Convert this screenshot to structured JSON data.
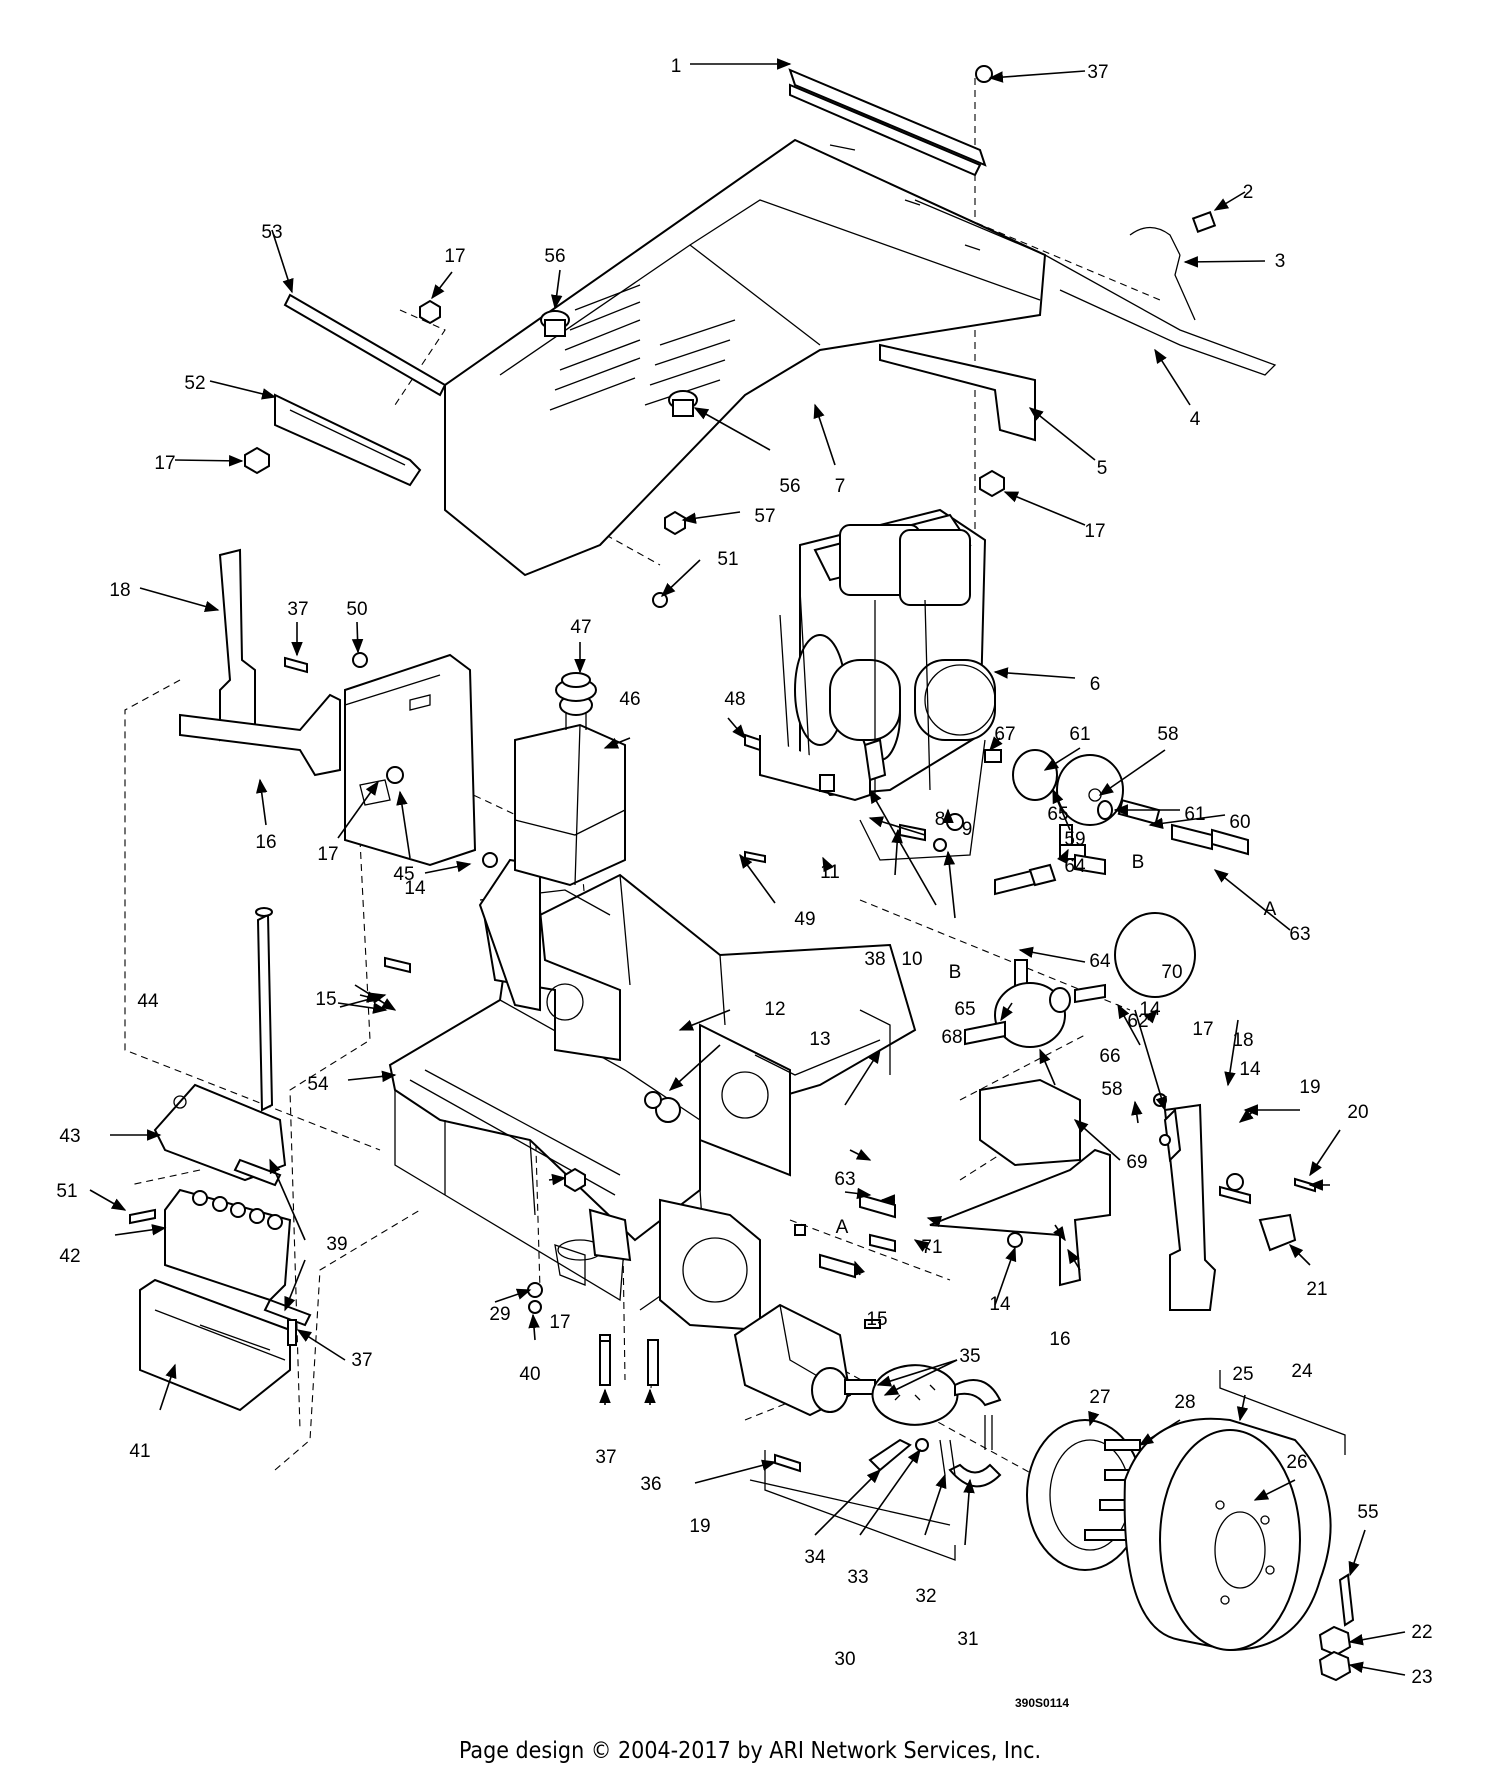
{
  "diagram": {
    "drawing_code": "390S0114",
    "footer": "Page design © 2004-2017 by ARI Network Services, Inc.",
    "callouts": [
      {
        "id": "c1",
        "text": "1"
      },
      {
        "id": "c2",
        "text": "2"
      },
      {
        "id": "c3",
        "text": "3"
      },
      {
        "id": "c4",
        "text": "4"
      },
      {
        "id": "c5",
        "text": "5"
      },
      {
        "id": "c6",
        "text": "6"
      },
      {
        "id": "c7",
        "text": "7"
      },
      {
        "id": "c8",
        "text": "8"
      },
      {
        "id": "c9",
        "text": "9"
      },
      {
        "id": "c10",
        "text": "10"
      },
      {
        "id": "c11",
        "text": "11"
      },
      {
        "id": "c12",
        "text": "12"
      },
      {
        "id": "c13",
        "text": "13"
      },
      {
        "id": "c14a",
        "text": "14"
      },
      {
        "id": "c14b",
        "text": "14"
      },
      {
        "id": "c14c",
        "text": "14"
      },
      {
        "id": "c14d",
        "text": "14"
      },
      {
        "id": "c15a",
        "text": "15"
      },
      {
        "id": "c15b",
        "text": "15"
      },
      {
        "id": "c16a",
        "text": "16"
      },
      {
        "id": "c16b",
        "text": "16"
      },
      {
        "id": "c17a",
        "text": "17"
      },
      {
        "id": "c17b",
        "text": "17"
      },
      {
        "id": "c17c",
        "text": "17"
      },
      {
        "id": "c17d",
        "text": "17"
      },
      {
        "id": "c17e",
        "text": "17"
      },
      {
        "id": "c17f",
        "text": "17"
      },
      {
        "id": "c18a",
        "text": "18"
      },
      {
        "id": "c18b",
        "text": "18"
      },
      {
        "id": "c19a",
        "text": "19"
      },
      {
        "id": "c19b",
        "text": "19"
      },
      {
        "id": "c20",
        "text": "20"
      },
      {
        "id": "c21",
        "text": "21"
      },
      {
        "id": "c22",
        "text": "22"
      },
      {
        "id": "c23",
        "text": "23"
      },
      {
        "id": "c24",
        "text": "24"
      },
      {
        "id": "c25",
        "text": "25"
      },
      {
        "id": "c26",
        "text": "26"
      },
      {
        "id": "c27",
        "text": "27"
      },
      {
        "id": "c28",
        "text": "28"
      },
      {
        "id": "c29",
        "text": "29"
      },
      {
        "id": "c30",
        "text": "30"
      },
      {
        "id": "c31",
        "text": "31"
      },
      {
        "id": "c32",
        "text": "32"
      },
      {
        "id": "c33",
        "text": "33"
      },
      {
        "id": "c34",
        "text": "34"
      },
      {
        "id": "c35",
        "text": "35"
      },
      {
        "id": "c36",
        "text": "36"
      },
      {
        "id": "c37a",
        "text": "37"
      },
      {
        "id": "c37b",
        "text": "37"
      },
      {
        "id": "c37c",
        "text": "37"
      },
      {
        "id": "c37d",
        "text": "37"
      },
      {
        "id": "c38",
        "text": "38"
      },
      {
        "id": "c39",
        "text": "39"
      },
      {
        "id": "c40",
        "text": "40"
      },
      {
        "id": "c41",
        "text": "41"
      },
      {
        "id": "c42",
        "text": "42"
      },
      {
        "id": "c43",
        "text": "43"
      },
      {
        "id": "c44",
        "text": "44"
      },
      {
        "id": "c45",
        "text": "45"
      },
      {
        "id": "c46",
        "text": "46"
      },
      {
        "id": "c47",
        "text": "47"
      },
      {
        "id": "c48",
        "text": "48"
      },
      {
        "id": "c49",
        "text": "49"
      },
      {
        "id": "c50",
        "text": "50"
      },
      {
        "id": "c51a",
        "text": "51"
      },
      {
        "id": "c51b",
        "text": "51"
      },
      {
        "id": "c52",
        "text": "52"
      },
      {
        "id": "c53",
        "text": "53"
      },
      {
        "id": "c54",
        "text": "54"
      },
      {
        "id": "c55",
        "text": "55"
      },
      {
        "id": "c56a",
        "text": "56"
      },
      {
        "id": "c56b",
        "text": "56"
      },
      {
        "id": "c57",
        "text": "57"
      },
      {
        "id": "c58a",
        "text": "58"
      },
      {
        "id": "c58b",
        "text": "58"
      },
      {
        "id": "c59",
        "text": "59"
      },
      {
        "id": "c60",
        "text": "60"
      },
      {
        "id": "c61a",
        "text": "61"
      },
      {
        "id": "c61b",
        "text": "61"
      },
      {
        "id": "c62",
        "text": "62"
      },
      {
        "id": "c63a",
        "text": "63"
      },
      {
        "id": "c63b",
        "text": "63"
      },
      {
        "id": "c64a",
        "text": "64"
      },
      {
        "id": "c64b",
        "text": "64"
      },
      {
        "id": "c65a",
        "text": "65"
      },
      {
        "id": "c65b",
        "text": "65"
      },
      {
        "id": "c66",
        "text": "66"
      },
      {
        "id": "c67",
        "text": "67"
      },
      {
        "id": "c68",
        "text": "68"
      },
      {
        "id": "c69",
        "text": "69"
      },
      {
        "id": "c70",
        "text": "70"
      },
      {
        "id": "c71",
        "text": "71"
      },
      {
        "id": "cA1",
        "text": "A"
      },
      {
        "id": "cA2",
        "text": "A"
      },
      {
        "id": "cB1",
        "text": "B"
      },
      {
        "id": "cB2",
        "text": "B"
      }
    ]
  }
}
